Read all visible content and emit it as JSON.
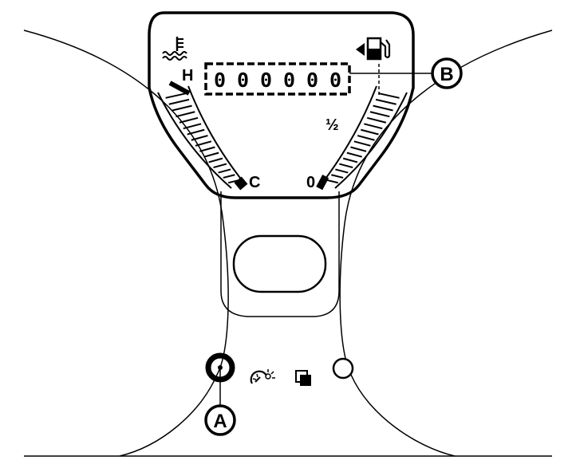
{
  "gauges": {
    "temperature": {
      "high_label": "H",
      "low_label": "C",
      "icon": "coolant-temperature-icon"
    },
    "fuel": {
      "half_label": "½",
      "empty_label": "0",
      "icon": "fuel-pump-icon",
      "side_indicator": "arrow-left-icon"
    }
  },
  "odometer": {
    "display": "000000"
  },
  "callouts": {
    "a": "A",
    "b": "B"
  },
  "indicators": {
    "illumination_icon": "dimmer-illumination-icon",
    "trip_icon": "trip-reset-icon"
  },
  "colors": {
    "stroke": "#000000",
    "background": "#ffffff"
  }
}
